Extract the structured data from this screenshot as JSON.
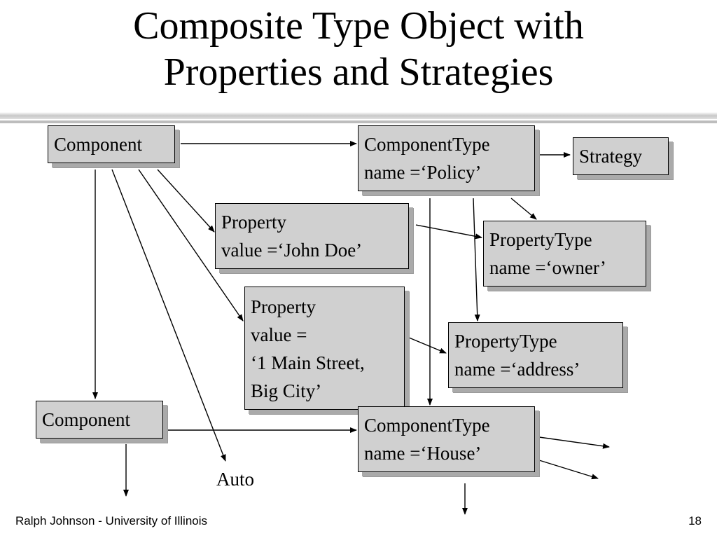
{
  "title": {
    "line1": "Composite Type Object with",
    "line2": "Properties and Strategies"
  },
  "nodes": {
    "component_top": {
      "label": "Component"
    },
    "componenttype_policy": {
      "line1": "ComponentType",
      "line2": "name =‘Policy’"
    },
    "strategy": {
      "label": "Strategy"
    },
    "property_john": {
      "line1": "Property",
      "line2": "value =‘John Doe’"
    },
    "propertytype_owner": {
      "line1": "PropertyType",
      "line2": "name =‘owner’"
    },
    "property_address": {
      "line1": "Property",
      "line2": "value =",
      "line3": "‘1 Main Street,",
      "line4": "Big City’"
    },
    "propertytype_address": {
      "line1": "PropertyType",
      "line2": "name =‘address’"
    },
    "component_bottom": {
      "label": "Component"
    },
    "componenttype_house": {
      "line1": "ComponentType",
      "line2": "name =‘House’"
    }
  },
  "auto_label": "Auto",
  "footer": {
    "author": "Ralph Johnson - University of Illinois",
    "page_number": "18"
  },
  "colors": {
    "box_fill": "#d0d0d0",
    "box_shadow": "#aaaaaa",
    "line": "#000000"
  }
}
